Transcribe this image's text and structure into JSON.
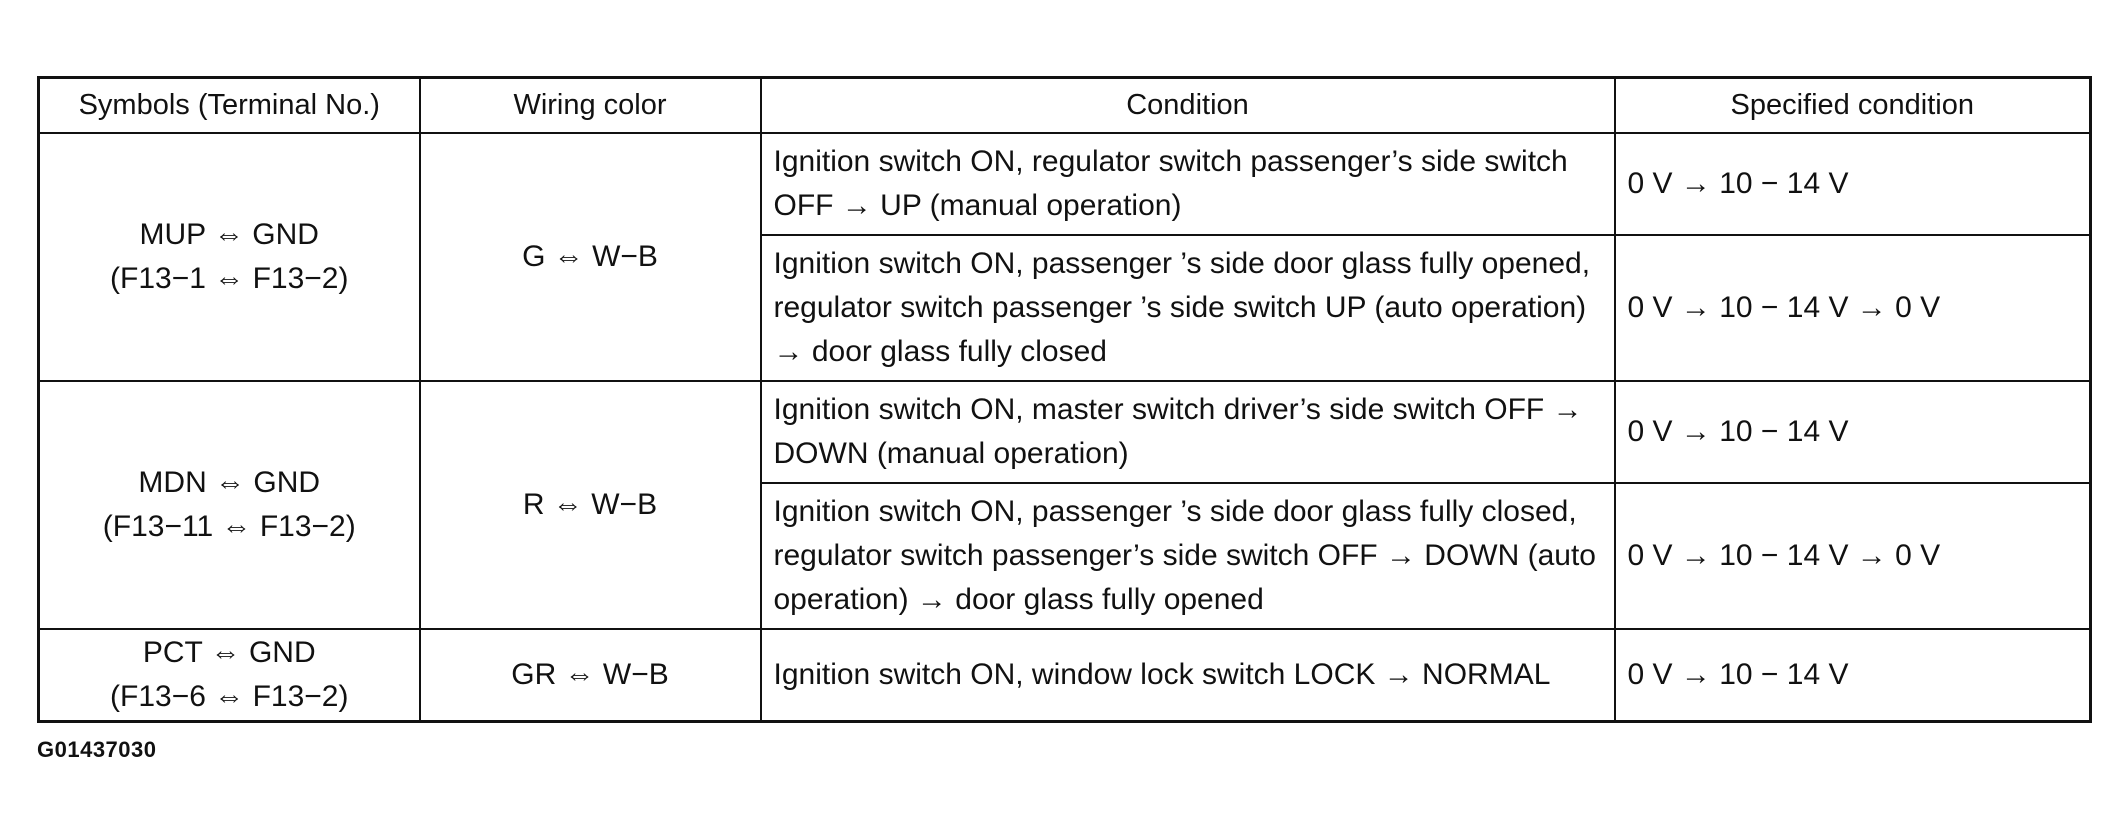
{
  "table": {
    "headers": [
      "Symbols (Terminal No.)",
      "Wiring color",
      "Condition",
      "Specified condition"
    ],
    "groups": [
      {
        "symbol": "MUP ⇔ GND",
        "terminal": "(F13−1 ⇔ F13−2)",
        "wiring": "G ⇔ W−B",
        "rows": [
          {
            "condition": "Ignition switch ON, regulator switch passenger’s side switch OFF → UP (manual operation)",
            "spec": "0 V → 10 − 14 V"
          },
          {
            "condition": "Ignition switch ON, passenger ’s side door glass fully opened, regulator switch passenger ’s side switch UP (auto operation) → door glass fully closed",
            "spec": "0 V → 10 − 14 V → 0 V"
          }
        ]
      },
      {
        "symbol": "MDN ⇔ GND",
        "terminal": "(F13−11 ⇔ F13−2)",
        "wiring": "R ⇔ W−B",
        "rows": [
          {
            "condition": "Ignition switch ON, master switch driver’s side switch OFF → DOWN (manual operation)",
            "spec": "0 V → 10 − 14 V"
          },
          {
            "condition": "Ignition switch ON, passenger ’s side door glass fully closed, regulator switch passenger’s side switch OFF → DOWN (auto operation) → door glass fully opened",
            "spec": "0 V → 10 − 14 V → 0 V"
          }
        ]
      },
      {
        "symbol": "PCT ⇔ GND",
        "terminal": "(F13−6 ⇔ F13−2)",
        "wiring": "GR ⇔ W−B",
        "rows": [
          {
            "condition": "Ignition switch ON, window lock switch LOCK → NORMAL",
            "spec": "0 V → 10 − 14 V"
          }
        ]
      }
    ]
  },
  "figure_code": "G01437030"
}
